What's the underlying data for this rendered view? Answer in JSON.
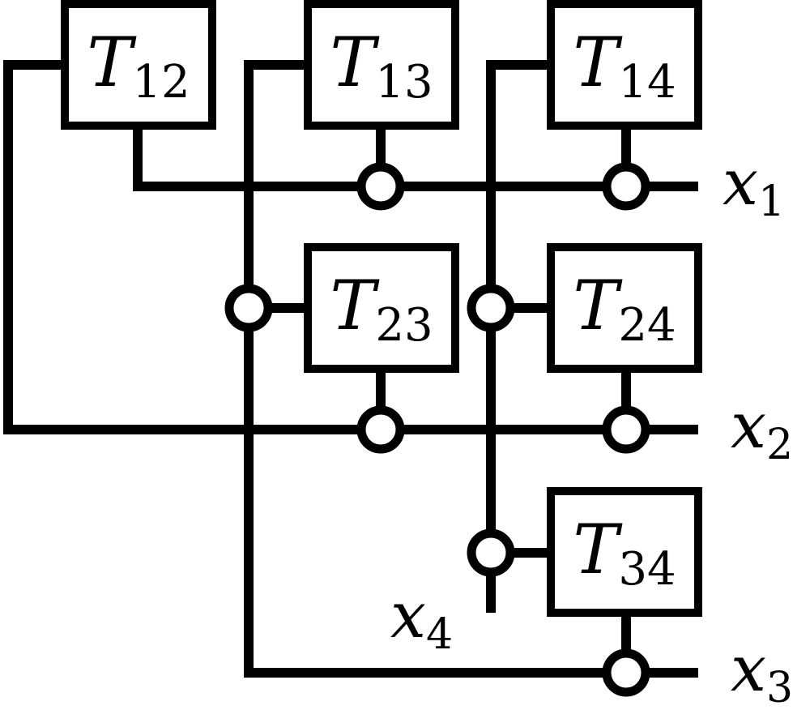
{
  "gates": [
    {
      "id": "T12",
      "symbol": "T",
      "subscript": "12"
    },
    {
      "id": "T13",
      "symbol": "T",
      "subscript": "13"
    },
    {
      "id": "T14",
      "symbol": "T",
      "subscript": "14"
    },
    {
      "id": "T23",
      "symbol": "T",
      "subscript": "23"
    },
    {
      "id": "T24",
      "symbol": "T",
      "subscript": "24"
    },
    {
      "id": "T34",
      "symbol": "T",
      "subscript": "34"
    }
  ],
  "variables": [
    {
      "id": "x1",
      "symbol": "x",
      "subscript": "1"
    },
    {
      "id": "x2",
      "symbol": "x",
      "subscript": "2"
    },
    {
      "id": "x3",
      "symbol": "x",
      "subscript": "3"
    },
    {
      "id": "x4",
      "symbol": "x",
      "subscript": "4"
    }
  ]
}
